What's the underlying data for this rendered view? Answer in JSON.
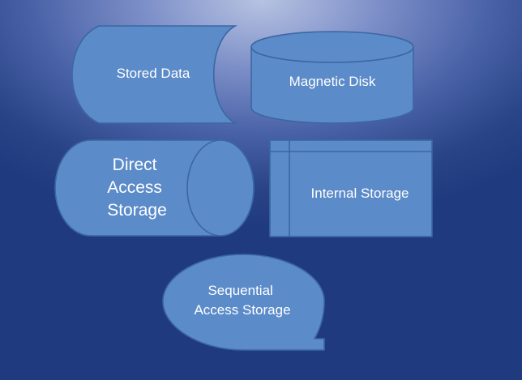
{
  "diagram": {
    "shapes": [
      {
        "id": "stored-data",
        "kind": "stored-data",
        "lines": [
          "Stored Data"
        ]
      },
      {
        "id": "magnetic-disk",
        "kind": "magnetic-disk",
        "lines": [
          "Magnetic Disk"
        ]
      },
      {
        "id": "direct-access-storage",
        "kind": "direct-access-storage",
        "lines": [
          "Direct",
          "Access",
          "Storage"
        ]
      },
      {
        "id": "internal-storage",
        "kind": "internal-storage",
        "lines": [
          "Internal Storage"
        ]
      },
      {
        "id": "sequential-access-storage",
        "kind": "sequential-access-storage",
        "lines": [
          "Sequential",
          "Access Storage"
        ]
      }
    ]
  }
}
